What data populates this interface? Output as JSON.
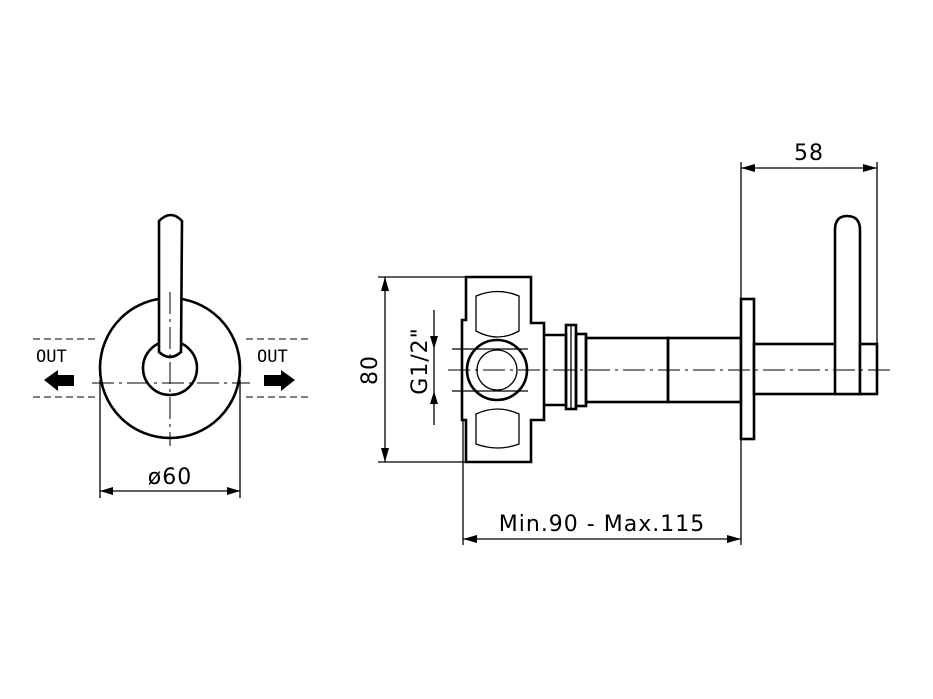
{
  "front_view": {
    "out_left": "OUT",
    "out_right": "OUT",
    "diameter_label": "ø60"
  },
  "side_view": {
    "height_label": "80",
    "thread_label": "G1/2\"",
    "depth_label": "Min.90 - Max.115",
    "handle_label": "58"
  }
}
